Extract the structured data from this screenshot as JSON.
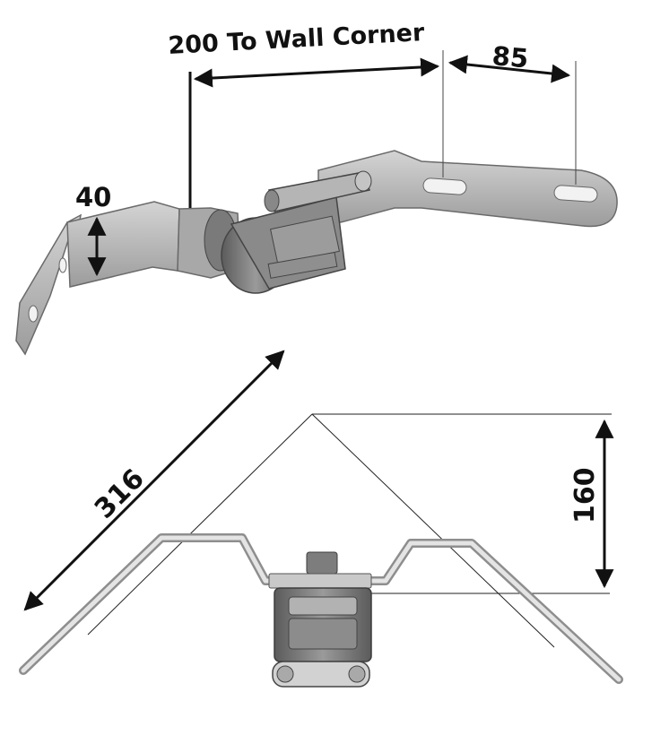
{
  "dimensions": {
    "wall_corner": "200 To Wall Corner",
    "slot_spacing": "85",
    "height": "40",
    "length": "316",
    "rise": "160"
  },
  "colors": {
    "metal": "#b9b9b9",
    "metal_dark": "#8e8e8e",
    "metal_light": "#d7d7d7",
    "hardware": "#6f6f6f",
    "line": "#111111"
  }
}
